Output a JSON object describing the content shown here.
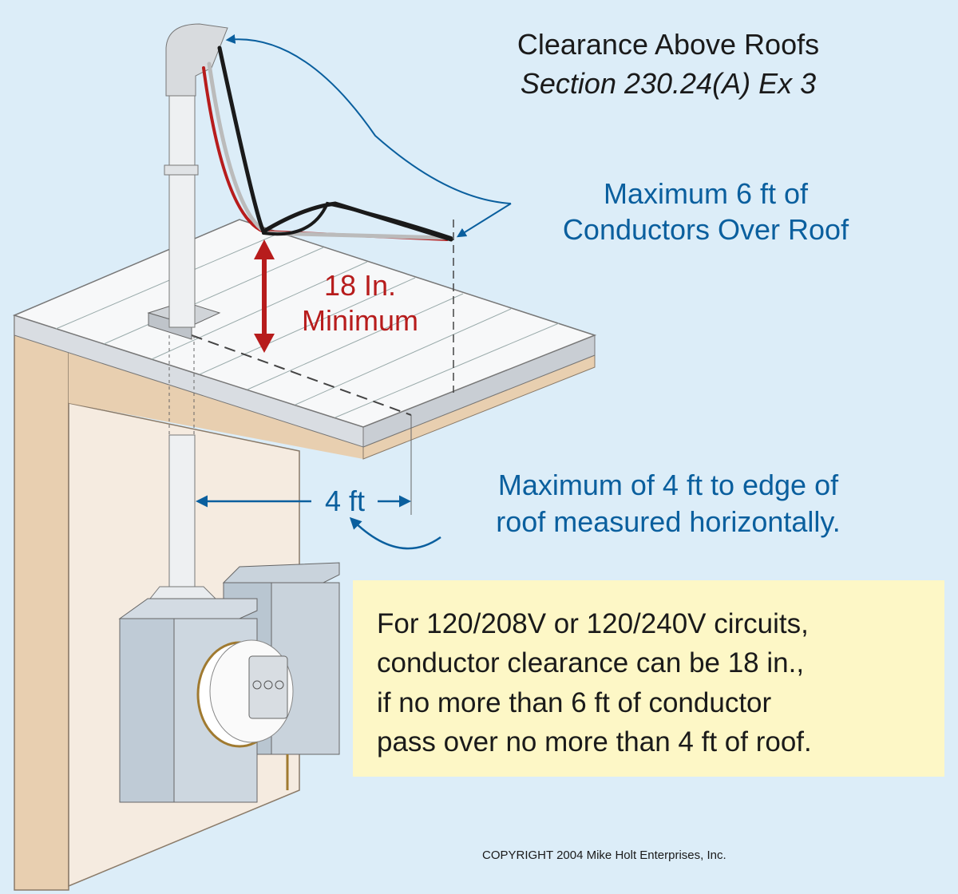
{
  "title": {
    "line1": "Clearance Above Roofs",
    "line2": "Section 230.24(A) Ex 3"
  },
  "callouts": {
    "max_conductors_line1": "Maximum 6 ft of",
    "max_conductors_line2": "Conductors Over Roof",
    "clearance_line1": "18 In.",
    "clearance_line2": "Minimum",
    "distance_label": "4 ft",
    "edge_line1": "Maximum of 4 ft to edge of",
    "edge_line2": "roof measured horizontally."
  },
  "note": {
    "lines": [
      "For 120/208V or 120/240V circuits,",
      "conductor clearance can be 18 in.,",
      "if no more than 6 ft of conductor",
      "pass over no more than 4 ft of roof."
    ]
  },
  "copyright": "COPYRIGHT 2004  Mike Holt Enterprises, Inc.",
  "colors": {
    "background": "#dcedf8",
    "accent_blue": "#0a5f9e",
    "accent_red": "#b71c1c",
    "note_bg": "#fdf7c6"
  }
}
